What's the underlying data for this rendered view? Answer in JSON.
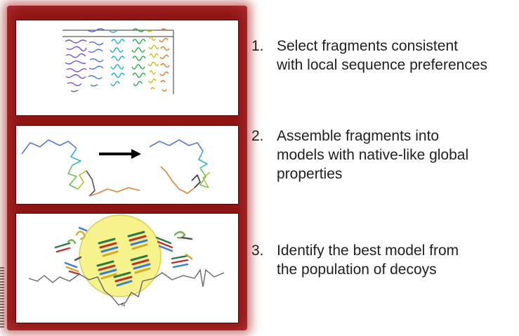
{
  "steps": [
    {
      "number": "1.",
      "line1": "Select fragments consistent",
      "line2": "with local sequence preferences",
      "line3": ""
    },
    {
      "number": "2.",
      "line1": "Assemble fragments into",
      "line2": "models with native-like global",
      "line3": "properties"
    },
    {
      "number": "3.",
      "line1": "Identify the best model from",
      "line2": "the population of decoys",
      "line3": ""
    }
  ],
  "panels": {
    "landscape_label": "N"
  },
  "colors": {
    "frame": "#8e1414",
    "highlight_circle": "#f6f28c",
    "arrow": "#000000"
  }
}
